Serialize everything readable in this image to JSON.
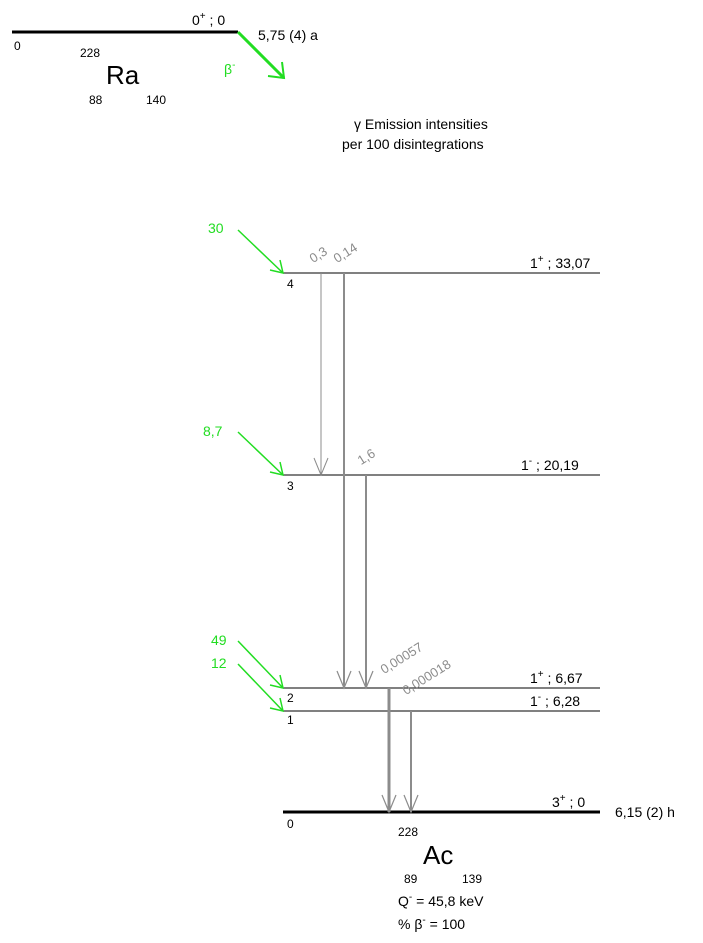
{
  "parent": {
    "symbol": "Ra",
    "mass_number": "228",
    "atomic_number": "88",
    "neutron_number": "140",
    "level_energy": "0",
    "spin_parity": "0",
    "spin_parity_sign": "+",
    "energy_label": "0",
    "half_life": "5,75 (4) a",
    "decay_mode": "β",
    "decay_mode_sup": "-"
  },
  "header": {
    "gamma_symbol": "γ",
    "line1": "Emission intensities",
    "line2": "per 100 disintegrations"
  },
  "levels": [
    {
      "index": "4",
      "jp": "1",
      "sign": "+",
      "energy": "33,07",
      "beta_feed": "30"
    },
    {
      "index": "3",
      "jp": "1",
      "sign": "-",
      "energy": "20,19",
      "beta_feed": "8,7"
    },
    {
      "index": "2",
      "jp": "1",
      "sign": "+",
      "energy": "6,67",
      "beta_feed": "49"
    },
    {
      "index": "1",
      "jp": "1",
      "sign": "-",
      "energy": "6,28",
      "beta_feed": "12"
    }
  ],
  "gamma_labels": {
    "g43": "0,3",
    "g42": "0,14",
    "g32": "1,6",
    "g20": "0,00057",
    "g10": "0,000018"
  },
  "daughter": {
    "symbol": "Ac",
    "mass_number": "228",
    "atomic_number": "89",
    "neutron_number": "139",
    "index": "0",
    "jp": "3",
    "sign": "+",
    "energy": "0",
    "half_life": "6,15 (2) h",
    "q_label": "Q",
    "q_sup": "-",
    "q_value": "= 45,8 keV",
    "branch_label": "% β",
    "branch_sup": "-",
    "branch_value": "= 100"
  },
  "colors": {
    "beta": "#22dd22",
    "gamma": "#8c8c8c",
    "level": "#000000"
  }
}
